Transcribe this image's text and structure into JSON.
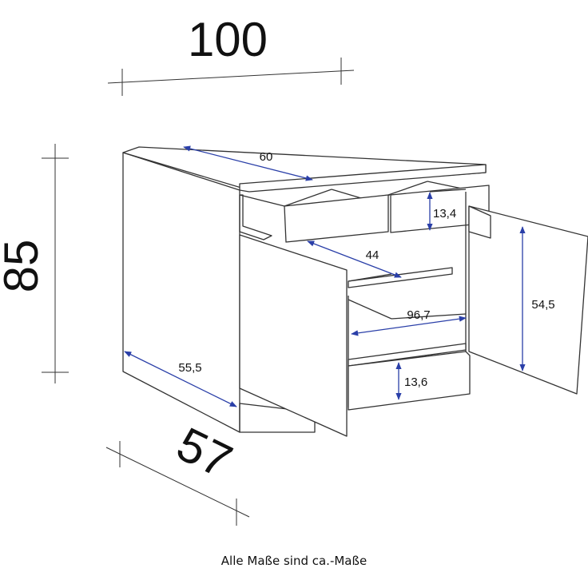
{
  "colors": {
    "outline": "#333333",
    "measure_arrow": "#2a3fa8",
    "text": "#111111",
    "background": "#ffffff"
  },
  "overall_dimensions": {
    "width": "100",
    "height": "85",
    "depth": "57"
  },
  "inner_measurements": {
    "worktop_depth": "60",
    "drawer_height": "13,4",
    "shelf_depth": "44",
    "side_depth": "55,5",
    "inner_width": "96,7",
    "door_height": "54,5",
    "bottom_drawer_height": "13,6"
  },
  "caption": "Alle Maße sind ca.-Maße"
}
